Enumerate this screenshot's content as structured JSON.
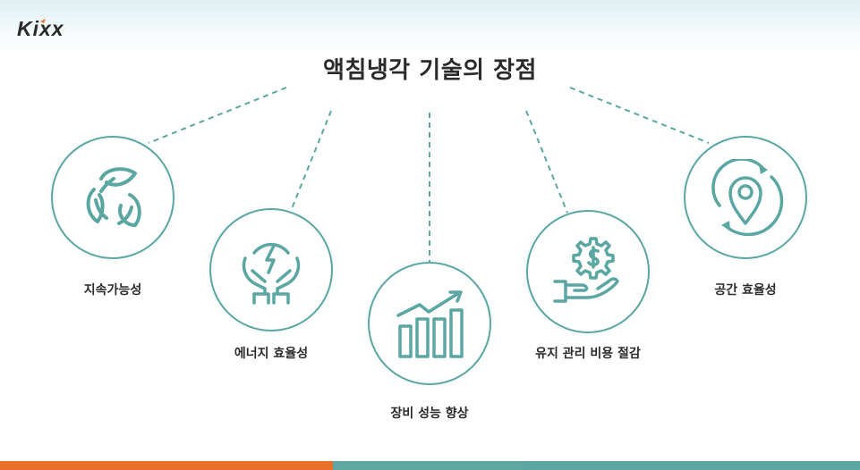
{
  "brand": {
    "logo_text": "Kixx",
    "logo_color": "#2b2b2b",
    "logo_accent": "#e8712a"
  },
  "title": "액침냉각 기술의 장점",
  "colors": {
    "accent": "#5aa6a2",
    "text": "#2b2b2b",
    "bar_orange": "#e8712a",
    "bar_teal": "#5aa6a2"
  },
  "benefits": [
    {
      "label": "지속가능성",
      "icon": "recycle-leaves-icon"
    },
    {
      "label": "에너지 효율성",
      "icon": "hands-energy-icon"
    },
    {
      "label": "장비 성능 향상",
      "icon": "bar-chart-growth-icon"
    },
    {
      "label": "유지 관리 비용 절감",
      "icon": "hand-gear-dollar-icon"
    },
    {
      "label": "공간 효율성",
      "icon": "location-pin-cycle-icon"
    }
  ]
}
